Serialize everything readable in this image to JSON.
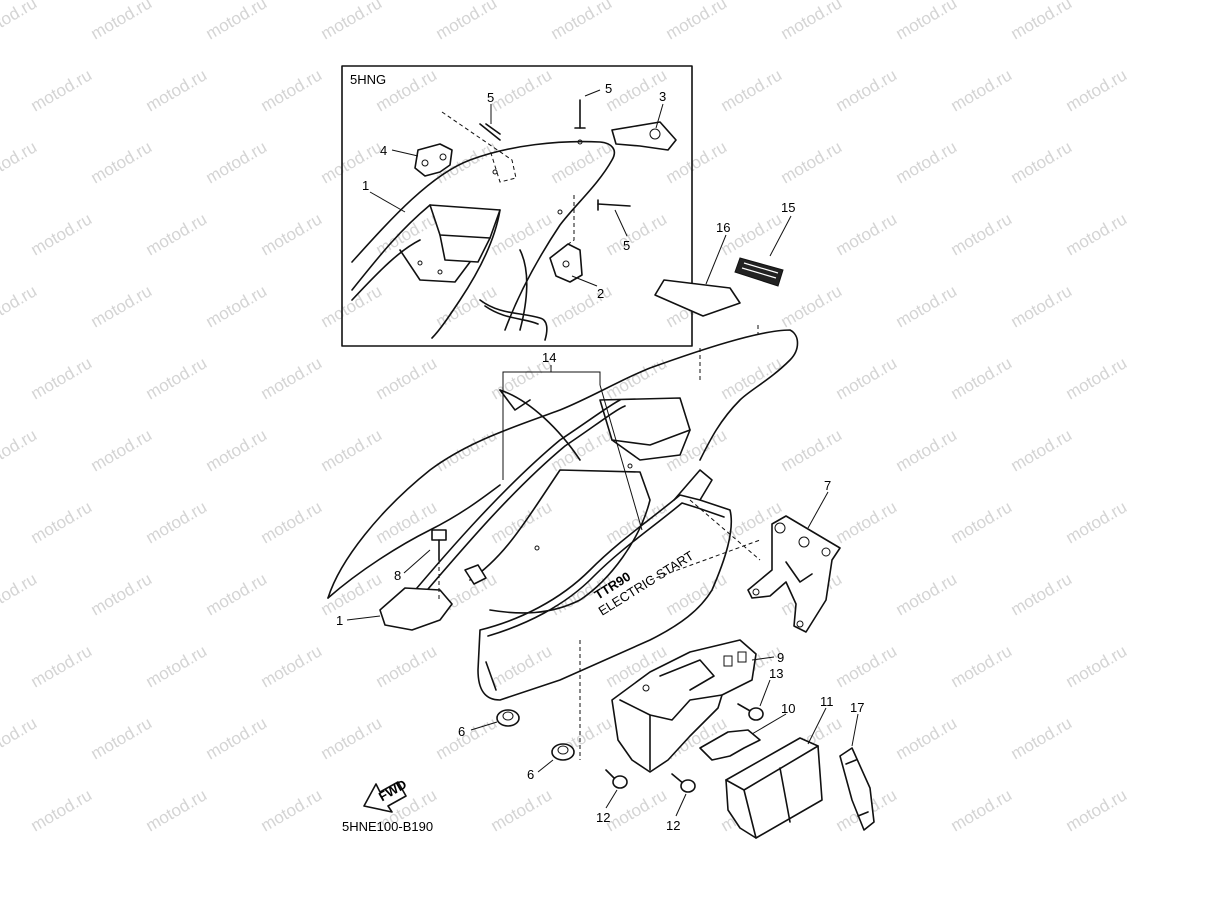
{
  "watermark": "motod.ru",
  "inset_code": "5HNG",
  "diagram_code": "5HNE100-B190",
  "fwd_label": "FWD",
  "decal_text": "TTR90",
  "decal_subtext": "ELECTRIC START",
  "callouts": {
    "inset_5a": "5",
    "inset_5b": "5",
    "inset_5c": "5",
    "inset_3": "3",
    "inset_4": "4",
    "inset_1": "1",
    "inset_2": "2",
    "p15": "15",
    "p16": "16",
    "p14": "14",
    "p7": "7",
    "p8": "8",
    "p1": "1",
    "p9": "9",
    "p13": "13",
    "p10": "10",
    "p11": "11",
    "p17": "17",
    "p6a": "6",
    "p6b": "6",
    "p12a": "12",
    "p12b": "12"
  },
  "colors": {
    "line": "#111111",
    "watermark": "#d4d4d4",
    "background": "#ffffff"
  }
}
